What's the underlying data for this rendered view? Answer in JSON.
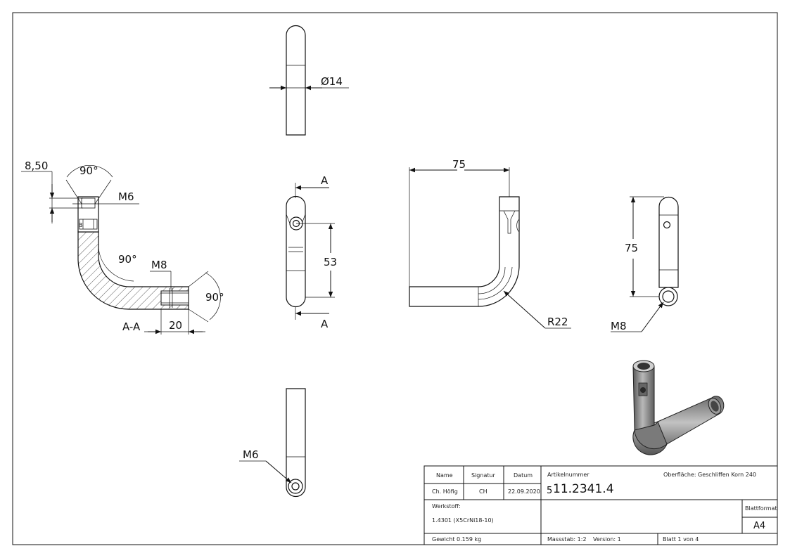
{
  "dimensions": {
    "dia14": "Ø14",
    "d850": "8,50",
    "angle90": "90°",
    "m6": "M6",
    "m8": "M8",
    "d20": "20",
    "section": "A-A",
    "d53": "53",
    "markA": "A",
    "d75": "75",
    "r22": "R22"
  },
  "title_block": {
    "h_name": "Name",
    "h_signatur": "Signatur",
    "h_datum": "Datum",
    "name": "Ch. Höfig",
    "signatur": "CH",
    "datum": "22.09.2020",
    "artikel_label": "Artikelnummer",
    "artikel_prefix": "5",
    "artikel": "11.2341.4",
    "oberflaeche_label": "Oberfläche:",
    "oberflaeche": "Geschliffen Korn 240",
    "werkstoff_label": "Werkstoff:",
    "werkstoff": "1.4301 (X5CrNi18-10)",
    "blattformat_label": "Blattformat",
    "blattformat": "A4",
    "gewicht": "Gewicht 0.159 kg",
    "massstab": "Massstab: 1:2",
    "version": "Version: 1",
    "blatt": "Blatt 1 von 4"
  },
  "colors": {
    "line": "#111111",
    "shade": "#8a8a8a",
    "paper": "#ffffff"
  }
}
